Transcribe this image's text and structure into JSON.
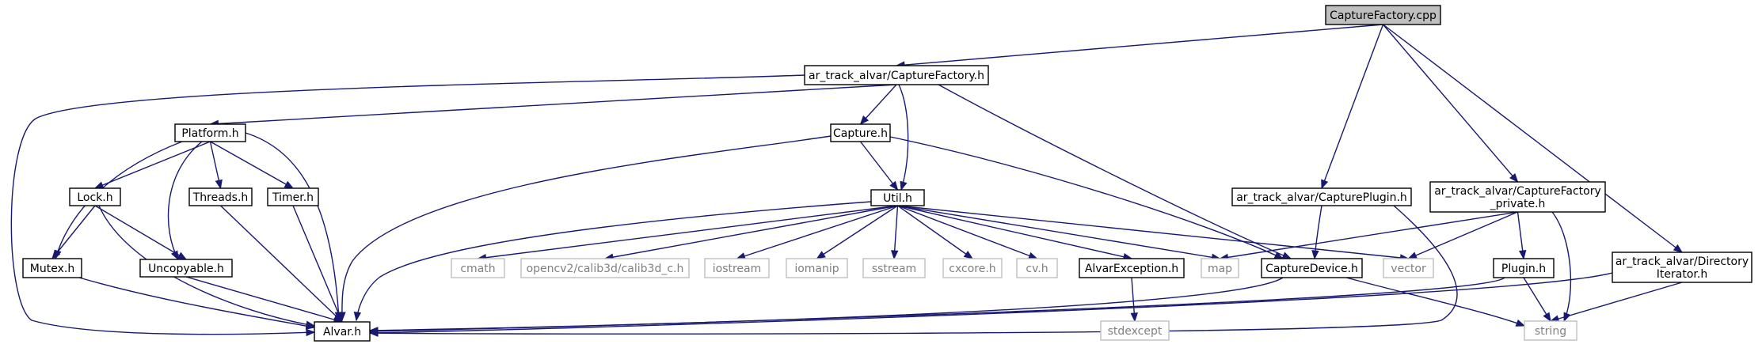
{
  "colors": {
    "edge": "#191970",
    "root_fill": "#bfbfbf",
    "node_border": "#000000",
    "external_border": "#bfbfbf",
    "external_text": "#808080"
  },
  "nodes": {
    "capturefactory_cpp": {
      "label": "CaptureFactory.cpp",
      "kind": "root"
    },
    "capturefactory_h": {
      "label": "ar_track_alvar/CaptureFactory.h",
      "kind": "header"
    },
    "platform_h": {
      "label": "Platform.h",
      "kind": "header"
    },
    "capture_h": {
      "label": "Capture.h",
      "kind": "header"
    },
    "lock_h": {
      "label": "Lock.h",
      "kind": "header"
    },
    "threads_h": {
      "label": "Threads.h",
      "kind": "header"
    },
    "timer_h": {
      "label": "Timer.h",
      "kind": "header"
    },
    "util_h": {
      "label": "Util.h",
      "kind": "header"
    },
    "captureplugin_h": {
      "label": "ar_track_alvar/CapturePlugin.h",
      "kind": "header"
    },
    "capturefactory_private_h": {
      "label_lines": [
        "ar_track_alvar/CaptureFactory",
        "_private.h"
      ],
      "kind": "header"
    },
    "mutex_h": {
      "label": "Mutex.h",
      "kind": "header"
    },
    "uncopyable_h": {
      "label": "Uncopyable.h",
      "kind": "header"
    },
    "cmath": {
      "label": "cmath",
      "kind": "external"
    },
    "calib3d_c_h": {
      "label": "opencv2/calib3d/calib3d_c.h",
      "kind": "external"
    },
    "iostream": {
      "label": "iostream",
      "kind": "external"
    },
    "iomanip": {
      "label": "iomanip",
      "kind": "external"
    },
    "sstream": {
      "label": "sstream",
      "kind": "external"
    },
    "cxcore_h": {
      "label": "cxcore.h",
      "kind": "external"
    },
    "cv_h": {
      "label": "cv.h",
      "kind": "external"
    },
    "alvarexception_h": {
      "label": "AlvarException.h",
      "kind": "header"
    },
    "map": {
      "label": "map",
      "kind": "external"
    },
    "capturedevice_h": {
      "label": "CaptureDevice.h",
      "kind": "header"
    },
    "vector": {
      "label": "vector",
      "kind": "external"
    },
    "plugin_h": {
      "label": "Plugin.h",
      "kind": "header"
    },
    "directoryiterator_h": {
      "label_lines": [
        "ar_track_alvar/Directory",
        "Iterator.h"
      ],
      "kind": "header"
    },
    "alvar_h": {
      "label": "Alvar.h",
      "kind": "header"
    },
    "stdexcept": {
      "label": "stdexcept",
      "kind": "external"
    },
    "string": {
      "label": "string",
      "kind": "external"
    }
  },
  "edges": [
    [
      "capturefactory_cpp",
      "capturefactory_h"
    ],
    [
      "capturefactory_cpp",
      "captureplugin_h"
    ],
    [
      "capturefactory_cpp",
      "capturefactory_private_h"
    ],
    [
      "capturefactory_cpp",
      "directoryiterator_h"
    ],
    [
      "capturefactory_h",
      "alvar_h"
    ],
    [
      "capturefactory_h",
      "platform_h"
    ],
    [
      "capturefactory_h",
      "capture_h"
    ],
    [
      "capturefactory_h",
      "util_h"
    ],
    [
      "capturefactory_h",
      "capturedevice_h"
    ],
    [
      "platform_h",
      "lock_h"
    ],
    [
      "platform_h",
      "threads_h"
    ],
    [
      "platform_h",
      "timer_h"
    ],
    [
      "platform_h",
      "mutex_h"
    ],
    [
      "platform_h",
      "uncopyable_h"
    ],
    [
      "platform_h",
      "alvar_h"
    ],
    [
      "capture_h",
      "util_h"
    ],
    [
      "capture_h",
      "alvar_h"
    ],
    [
      "capture_h",
      "capturedevice_h"
    ],
    [
      "lock_h",
      "mutex_h"
    ],
    [
      "lock_h",
      "uncopyable_h"
    ],
    [
      "lock_h",
      "alvar_h"
    ],
    [
      "threads_h",
      "alvar_h"
    ],
    [
      "timer_h",
      "alvar_h"
    ],
    [
      "mutex_h",
      "alvar_h"
    ],
    [
      "uncopyable_h",
      "alvar_h"
    ],
    [
      "util_h",
      "alvar_h"
    ],
    [
      "util_h",
      "cmath"
    ],
    [
      "util_h",
      "calib3d_c_h"
    ],
    [
      "util_h",
      "iostream"
    ],
    [
      "util_h",
      "iomanip"
    ],
    [
      "util_h",
      "sstream"
    ],
    [
      "util_h",
      "cxcore_h"
    ],
    [
      "util_h",
      "cv_h"
    ],
    [
      "util_h",
      "alvarexception_h"
    ],
    [
      "util_h",
      "map"
    ],
    [
      "util_h",
      "vector"
    ],
    [
      "alvarexception_h",
      "stdexcept"
    ],
    [
      "captureplugin_h",
      "capturedevice_h"
    ],
    [
      "captureplugin_h",
      "alvar_h"
    ],
    [
      "capturedevice_h",
      "alvar_h"
    ],
    [
      "capturedevice_h",
      "string"
    ],
    [
      "capturefactory_private_h",
      "map"
    ],
    [
      "capturefactory_private_h",
      "vector"
    ],
    [
      "capturefactory_private_h",
      "plugin_h"
    ],
    [
      "capturefactory_private_h",
      "string"
    ],
    [
      "plugin_h",
      "alvar_h"
    ],
    [
      "plugin_h",
      "string"
    ],
    [
      "directoryiterator_h",
      "alvar_h"
    ],
    [
      "directoryiterator_h",
      "string"
    ]
  ]
}
